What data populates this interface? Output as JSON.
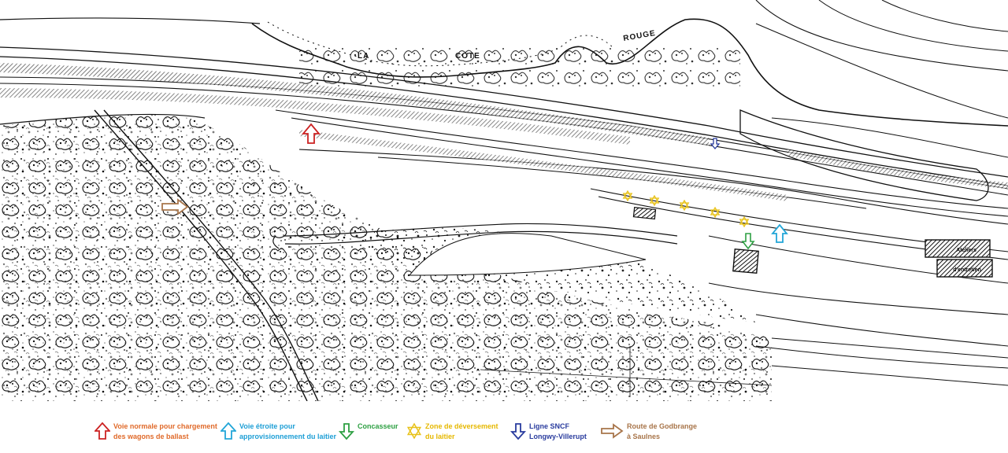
{
  "map": {
    "labels": {
      "la": "LA",
      "cote": "COTE",
      "rouge": "ROUGE"
    },
    "buildings": {
      "ateliers": "Ateliers\nd'entretien"
    }
  },
  "legend": {
    "items": [
      {
        "id": "voie-normale",
        "text": "Voie normale pour chargement\ndes wagons de ballast",
        "color": "#cc2222",
        "text_color": "#e06a2a",
        "icon": "arrow-up-icon"
      },
      {
        "id": "voie-etroite",
        "text": "Voie étroite pour\napprovisionnement  du laitier",
        "color": "#22a6d8",
        "text_color": "#1e9fd6",
        "icon": "arrow-up-icon"
      },
      {
        "id": "concasseur",
        "text": "Concasseur",
        "color": "#2ea043",
        "text_color": "#2ea043",
        "icon": "arrow-down-icon"
      },
      {
        "id": "zone-deversement",
        "text": "Zone de déversement\ndu laitier",
        "color": "#e8c21a",
        "text_color": "#e6b800",
        "icon": "star-icon"
      },
      {
        "id": "ligne-sncf",
        "text": "Ligne SNCF\nLongwy-Villerupt",
        "color": "#2a3c9e",
        "text_color": "#2a3c9e",
        "icon": "arrow-down-icon"
      },
      {
        "id": "route",
        "text": "Route de Godbrange\nà Saulnes",
        "color": "#a8754a",
        "text_color": "#a8754a",
        "icon": "arrow-right-icon"
      }
    ]
  }
}
